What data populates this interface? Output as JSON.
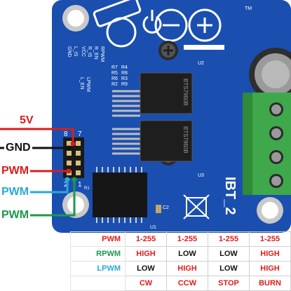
{
  "board": {
    "name": "IBT_2",
    "pcb_color": "#1a4fb0",
    "top_labels": [
      "VCC",
      "R_IS",
      "R_EN",
      "RPWM",
      "GND",
      "L_IS",
      "L_EN",
      "LPWM"
    ],
    "resistor_labels": [
      "R7",
      "R5",
      "R8",
      "R6",
      "R3",
      "R2",
      "R9",
      "R4"
    ],
    "chip_labels": [
      "U2",
      "U3",
      "U1"
    ],
    "small_labels": [
      "C2",
      "R1",
      "TM"
    ],
    "chip_text_top": "BTS7960B",
    "chip_text_bottom": "BTS7960B",
    "header_numbers": [
      "8",
      "7",
      "2",
      "1"
    ],
    "terminal_color": "#3fa84a"
  },
  "wire_labels": {
    "v5": "5V",
    "gnd": "GND",
    "pwm1": "PWM",
    "pwm2": "PWM",
    "pwm3": "PWM"
  },
  "wire_colors": {
    "v5": "#d81e1e",
    "gnd": "#111111",
    "pwm1": "#d81e1e",
    "pwm2": "#2aa8d8",
    "pwm3": "#1a9a4a"
  },
  "truth_table": {
    "rows": [
      {
        "label": "PWM",
        "color": "red",
        "cells": [
          "1-255",
          "1-255",
          "1-255",
          "1-255"
        ],
        "cell_color": "red"
      },
      {
        "label": "RPWM",
        "color": "green",
        "cells": [
          "HIGH",
          "LOW",
          "LOW",
          "HIGH"
        ],
        "cell_color": "mixed_r"
      },
      {
        "label": "LPWM",
        "color": "cyan",
        "cells": [
          "LOW",
          "HIGH",
          "LOW",
          "HIGH"
        ],
        "cell_color": "mixed_l"
      },
      {
        "label": "",
        "color": "black",
        "cells": [
          "CW",
          "CCW",
          "STOP",
          "BURN"
        ],
        "cell_color": "red"
      }
    ]
  }
}
